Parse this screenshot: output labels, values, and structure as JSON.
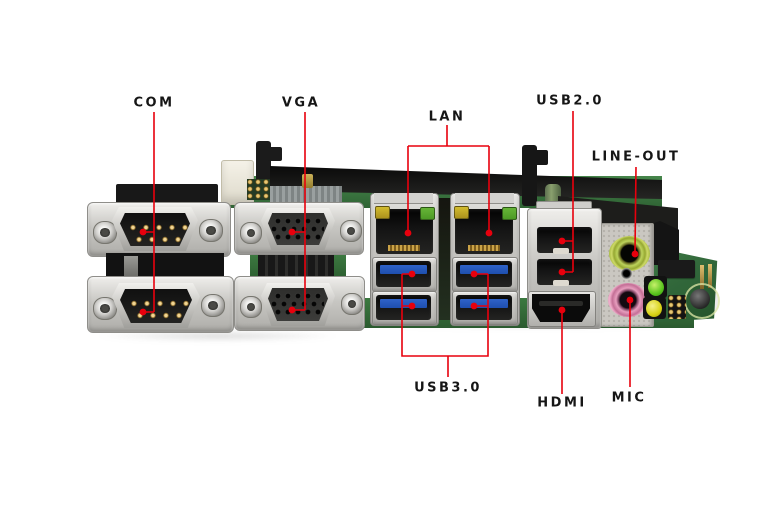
{
  "figure": {
    "description": "Annotated photo of motherboard rear I/O ports",
    "background": "#ffffff"
  },
  "callouts": [
    {
      "id": "com",
      "label": "COM"
    },
    {
      "id": "vga",
      "label": "VGA"
    },
    {
      "id": "lan",
      "label": "LAN"
    },
    {
      "id": "usb2",
      "label": "USB2.0"
    },
    {
      "id": "line_out",
      "label": "LINE-OUT"
    },
    {
      "id": "usb3",
      "label": "USB3.0"
    },
    {
      "id": "hdmi",
      "label": "HDMI"
    },
    {
      "id": "mic",
      "label": "MIC"
    }
  ],
  "ports_visible": {
    "com_serial_db9": 2,
    "vga_db15": 2,
    "lan_rj45": 2,
    "usb3_type_a": 4,
    "usb2_type_a": 2,
    "hdmi": 1,
    "line_out_jack": 1,
    "mic_jack": 1
  },
  "colors": {
    "callout_red": "#e8000d",
    "label_text": "#161616",
    "pcb_green": "#3b7a40",
    "usb3_blue": "#2f62c8",
    "line_out_green": "#bdd35c",
    "mic_pink": "#e79ebe",
    "rj45_led_yellow": "#d2bc2f",
    "rj45_led_green": "#66b437",
    "board_led_green": "#5ac41e",
    "board_led_yellow": "#d8d215"
  }
}
